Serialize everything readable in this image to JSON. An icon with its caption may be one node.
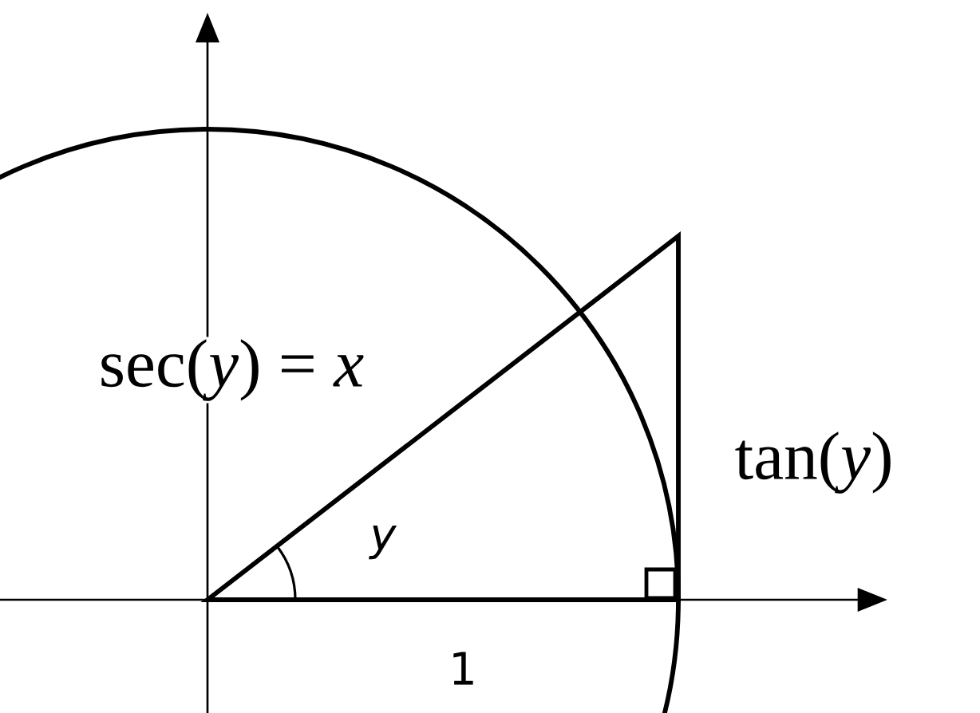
{
  "diagram": {
    "labels": [
      "sec(*y*) = *x*",
      "tan(*y*)",
      "y",
      "1"
    ]
  }
}
